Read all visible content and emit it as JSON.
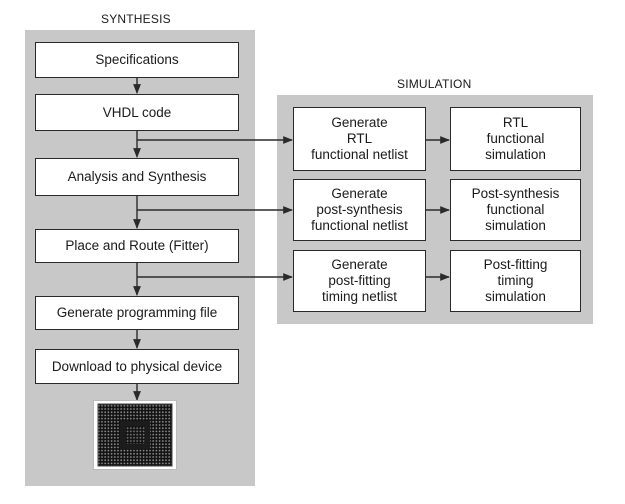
{
  "synthesis": {
    "title": "SYNTHESIS",
    "steps": [
      {
        "label": "Specifications"
      },
      {
        "label": "VHDL code"
      },
      {
        "label": "Analysis and Synthesis"
      },
      {
        "label": "Place and Route (Fitter)"
      },
      {
        "label": "Generate programming file"
      },
      {
        "label": "Download to physical device"
      }
    ]
  },
  "simulation": {
    "title": "SIMULATION",
    "rows": [
      {
        "generate": [
          "Generate",
          "RTL",
          "functional netlist"
        ],
        "simulate": [
          "RTL",
          "functional",
          "simulation"
        ]
      },
      {
        "generate": [
          "Generate",
          "post-synthesis",
          "functional netlist"
        ],
        "simulate": [
          "Post-synthesis",
          "functional",
          "simulation"
        ]
      },
      {
        "generate": [
          "Generate",
          "post-fitting",
          "timing netlist"
        ],
        "simulate": [
          "Post-fitting",
          "timing",
          "simulation"
        ]
      }
    ]
  },
  "device": {
    "image": "fpga-chip-image"
  },
  "colors": {
    "panel": "#c8c8c8",
    "box_border": "#2a2a2a",
    "arrow": "#2a2a2a"
  }
}
